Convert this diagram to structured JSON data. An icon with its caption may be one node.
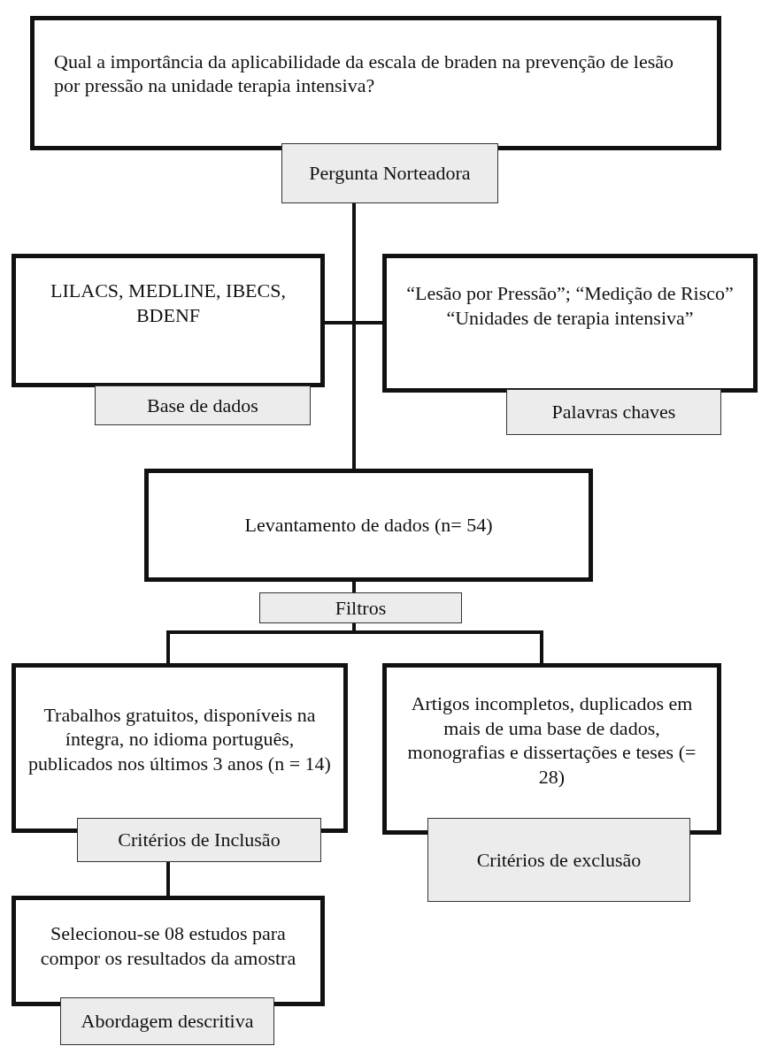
{
  "diagram": {
    "nodes": [
      {
        "text": [
          "Qual a importância da aplicabilidade da escala de braden na prevenção de lesão por pressão na unidade terapia intensiva?"
        ]
      },
      {
        "text": [
          "Pergunta Norteadora"
        ]
      },
      {
        "text": [
          "LILACS, MEDLINE, IBECS, BDENF"
        ]
      },
      {
        "text": [
          "Base de dados"
        ]
      },
      {
        "text": [
          "“Lesão por Pressão”; “Medição de Risco” “Unidades de terapia intensiva”"
        ]
      },
      {
        "text": [
          "Palavras chaves"
        ]
      },
      {
        "text": [
          "Levantamento de dados (n= 54)"
        ]
      },
      {
        "text": [
          "Filtros"
        ]
      },
      {
        "text": [
          "Trabalhos gratuitos, disponíveis na íntegra, no idioma português, publicados nos últimos 3 anos  (n = 14)"
        ]
      },
      {
        "text": [
          "Critérios de Inclusão"
        ]
      },
      {
        "text": [
          "Artigos incompletos, duplicados em mais de uma base de dados, monografias e dissertações e teses (= 28)"
        ]
      },
      {
        "text": [
          "Critérios de exclusão"
        ]
      },
      {
        "text": [
          "Selecionou-se 08 estudos para compor os resultados da amostra"
        ]
      },
      {
        "text": [
          "Abordagem descritiva"
        ]
      }
    ],
    "edges": [
      {
        "from": 1,
        "to": 6,
        "arrow": "none"
      },
      {
        "from": 2,
        "to": 4,
        "arrow": "none"
      },
      {
        "from": 6,
        "to": 7,
        "arrow": "none"
      },
      {
        "from": 7,
        "to": 8,
        "arrow": "none"
      },
      {
        "from": 7,
        "to": 10,
        "arrow": "none"
      },
      {
        "from": 9,
        "to": 12,
        "arrow": "none"
      }
    ]
  }
}
